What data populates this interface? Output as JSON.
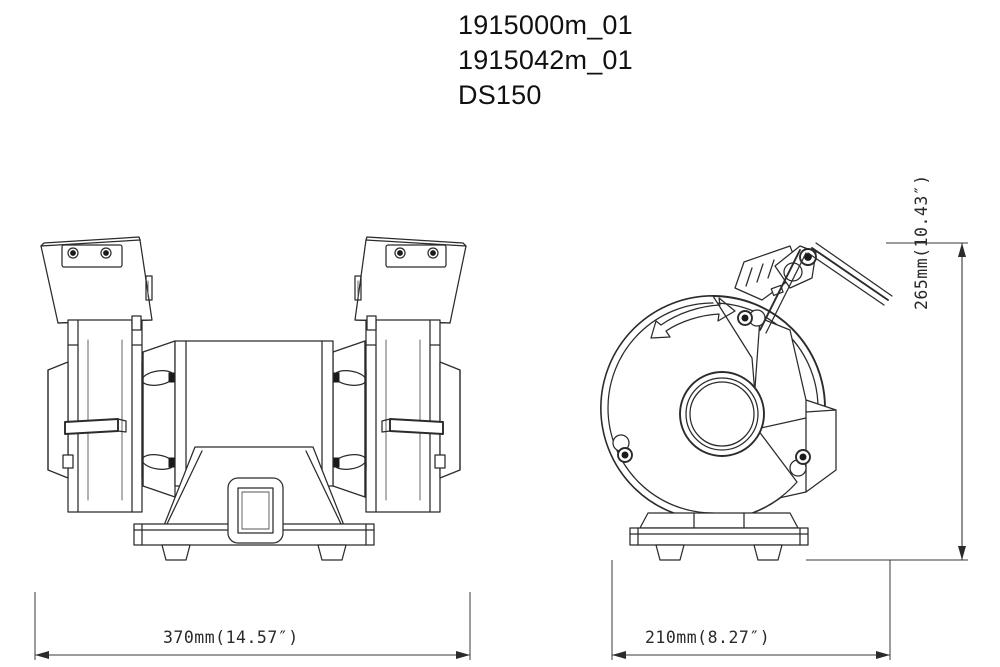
{
  "sheet": {
    "background_color": "#ffffff",
    "line_color": "#2b2b2b",
    "text_color": "#111111"
  },
  "title_block": {
    "line1": "1915000m_01",
    "line2": "1915042m_01",
    "line3": "DS150"
  },
  "dimensions": {
    "width": {
      "label": "370mm(14.57″)",
      "value_mm": 370,
      "value_in": 14.57,
      "orientation": "horizontal",
      "view": "front"
    },
    "depth": {
      "label": "210mm(8.27″)",
      "value_mm": 210,
      "value_in": 8.27,
      "orientation": "horizontal",
      "view": "side"
    },
    "height": {
      "label": "265mm(10.43″)",
      "value_mm": 265,
      "value_in": 10.43,
      "orientation": "vertical",
      "view": "side"
    }
  },
  "views": {
    "front": {
      "name": "front-elevation",
      "parts": [
        "left-eye-shield",
        "right-eye-shield",
        "left-wheel-guard",
        "right-wheel-guard",
        "left-grinding-wheel",
        "right-grinding-wheel",
        "left-tool-rest",
        "right-tool-rest",
        "motor-housing",
        "base-plate",
        "switch-plate"
      ]
    },
    "side": {
      "name": "side-elevation",
      "parts": [
        "wheel-guard-disc",
        "rotation-arrow",
        "spindle-hub",
        "eye-shield-bracket",
        "eye-shield-arm",
        "tool-rest",
        "guard-bolts",
        "base-plate",
        "feet"
      ]
    }
  },
  "annotations": {
    "rotation_arrow": "rotation-direction-arrow"
  }
}
